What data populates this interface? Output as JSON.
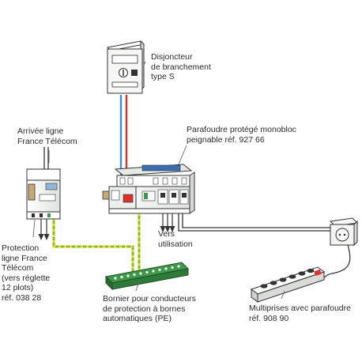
{
  "labels": {
    "disjoncteur": "Disjoncteur\nde branchement\ntype S",
    "parafoudre": "Parafoudre protégé monobloc\npeignable réf. 927 66",
    "arrivee": "Arrivée ligne\nFrance Télécom",
    "protection": "Protection\nligne France\nTélécom\n(vers réglette\n12 plots)\nréf. 038 28",
    "vers_utilisation": "Vers\nutilisation",
    "bornier": "Bornier pour conducteurs\nde protection à bornes\nautomatiques (PE)",
    "multiprises": "Multiprises avec parafoudre\nréf. 908 90"
  },
  "colors": {
    "phase_wire": "#d8342b",
    "neutral_wire": "#3b8fd0",
    "earth_wire": "#7fbf2a",
    "earth_stripe": "#f3d21d",
    "device_body": "#f3f4f2",
    "outline": "#333333",
    "green_terminal": "#3e9a4a",
    "leader_line": "#666666"
  }
}
